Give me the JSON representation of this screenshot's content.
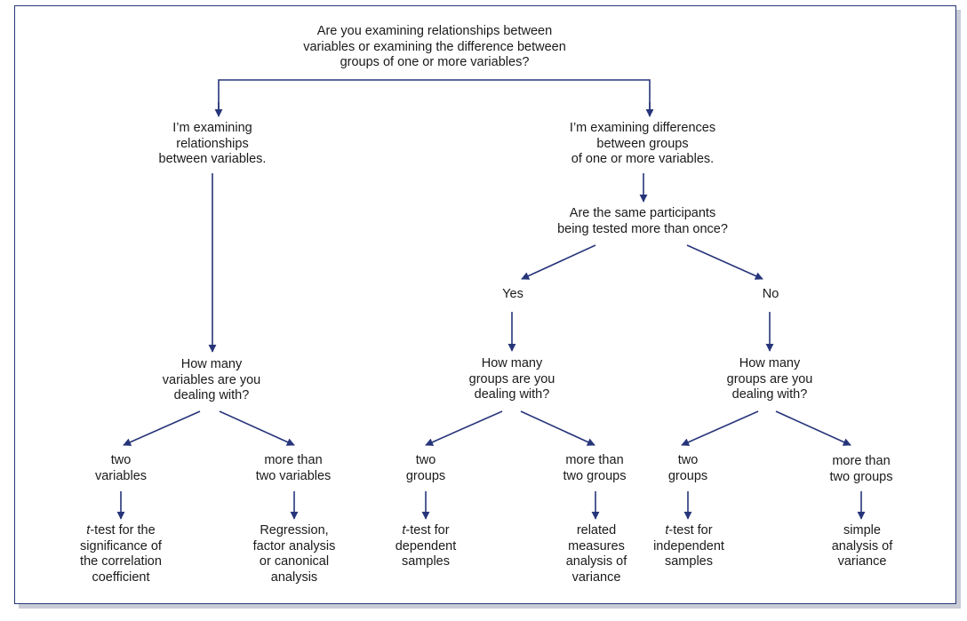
{
  "colors": {
    "line": "#27357a",
    "frame": "#27357a",
    "text": "#1a1a1a"
  },
  "nodes": {
    "root": [
      "Are you examining relationships between",
      "variables or examining the difference between",
      "groups of one or more variables?"
    ],
    "relationships": [
      "I’m examining",
      "relationships",
      "between variables."
    ],
    "differences": [
      "I’m examining differences",
      "between groups",
      "of one or more variables."
    ],
    "same_participants": [
      "Are the same participants",
      "being tested more than once?"
    ],
    "yes": [
      "Yes"
    ],
    "no": [
      "No"
    ],
    "how_many_variables": [
      "How many",
      "variables are you",
      "dealing with?"
    ],
    "how_many_groups_yes": [
      "How many",
      "groups are you",
      "dealing with?"
    ],
    "how_many_groups_no": [
      "How many",
      "groups are you",
      "dealing with?"
    ],
    "two_variables": [
      "two",
      "variables"
    ],
    "more_than_two_variables": [
      "more than",
      "two variables"
    ],
    "two_groups_yes": [
      "two",
      "groups"
    ],
    "more_than_two_groups_yes": [
      "more than",
      "two groups"
    ],
    "two_groups_no": [
      "two",
      "groups"
    ],
    "more_than_two_groups_no": [
      "more than",
      "two groups"
    ],
    "t_test_correlation": [
      "t-test for the",
      "significance of",
      "the correlation",
      "coefficient"
    ],
    "regression": [
      "Regression,",
      "factor analysis",
      "or canonical",
      "analysis"
    ],
    "t_test_dependent": [
      "t-test for",
      "dependent",
      "samples"
    ],
    "related_measures": [
      "related",
      "measures",
      "analysis of",
      "variance"
    ],
    "t_test_independent": [
      "t-test for",
      "independent",
      "samples"
    ],
    "simple_anova": [
      "simple",
      "analysis of",
      "variance"
    ]
  }
}
